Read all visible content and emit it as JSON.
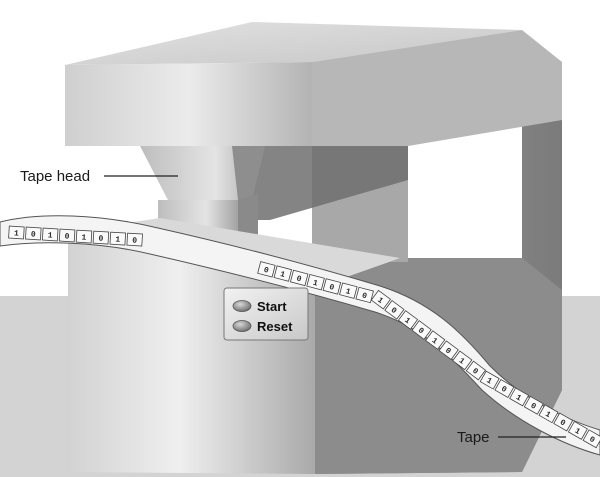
{
  "labels": {
    "tape_head": "Tape head",
    "tape": "Tape"
  },
  "panel": {
    "start_label": "Start",
    "reset_label": "Reset"
  },
  "tape_cells": [
    "1",
    "0",
    "1",
    "0",
    "1",
    "0",
    "1",
    "0",
    "1",
    "0",
    "1",
    "0",
    "1",
    "0",
    "1",
    "0",
    "1",
    "0",
    "1",
    "0",
    "1",
    "0",
    "1",
    "0",
    "1",
    "0",
    "1",
    "0",
    "1",
    "0",
    "1",
    "0",
    "1",
    "0",
    "1",
    "0",
    "1",
    "0"
  ],
  "colors": {
    "floor": "#d3d3d3",
    "machine_light": "#e8e8e8",
    "machine_mid": "#c2c2c2",
    "machine_dark": "#8e8e8e",
    "tape": "#f4f4f4"
  }
}
